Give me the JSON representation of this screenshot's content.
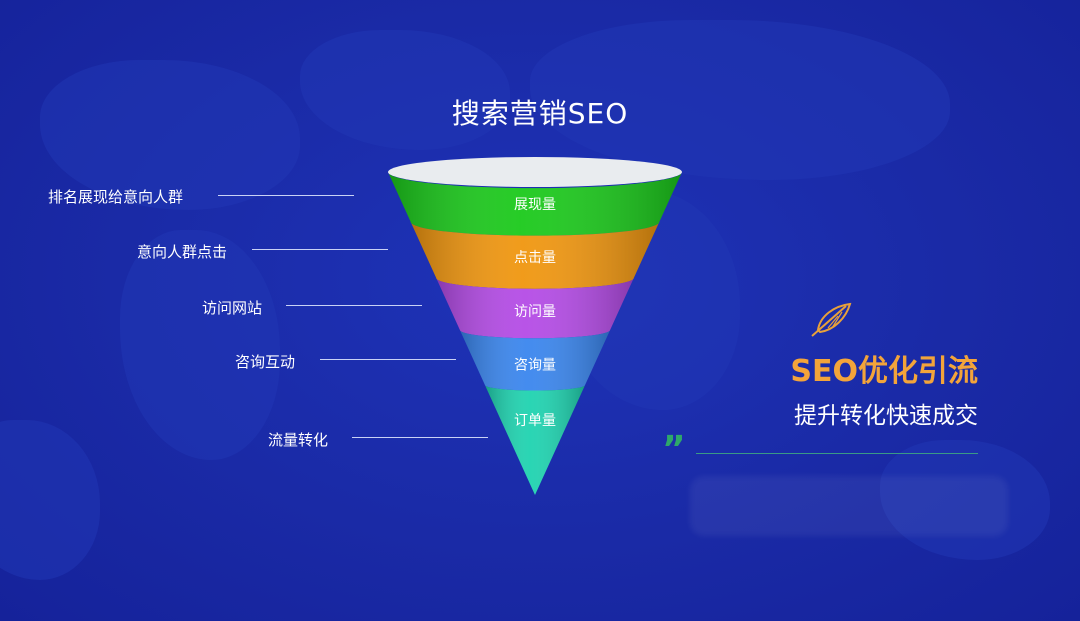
{
  "title": "搜索营销SEO",
  "chart_data": {
    "type": "funnel",
    "stages": [
      {
        "label": "展现量",
        "color": "#1bc91b",
        "side_label": "排名展现给意向人群"
      },
      {
        "label": "点击量",
        "color": "#f0960f",
        "side_label": "意向人群点击"
      },
      {
        "label": "访问量",
        "color": "#b44be6",
        "side_label": "访问网站"
      },
      {
        "label": "咨询量",
        "color": "#3a86ee",
        "side_label": "咨询互动"
      },
      {
        "label": "订单量",
        "color": "#1fd3b0",
        "side_label": "流量转化"
      }
    ],
    "top_rim_color": "#e9ecef"
  },
  "highlight": {
    "title": "SEO优化引流",
    "subtitle": "提升转化快速成交"
  },
  "colors": {
    "background": "#1a2aa6",
    "accent": "#f3a43a",
    "quote": "#2ea86a"
  },
  "icons": {
    "feather": "feather-icon",
    "quote": "quote-icon"
  }
}
